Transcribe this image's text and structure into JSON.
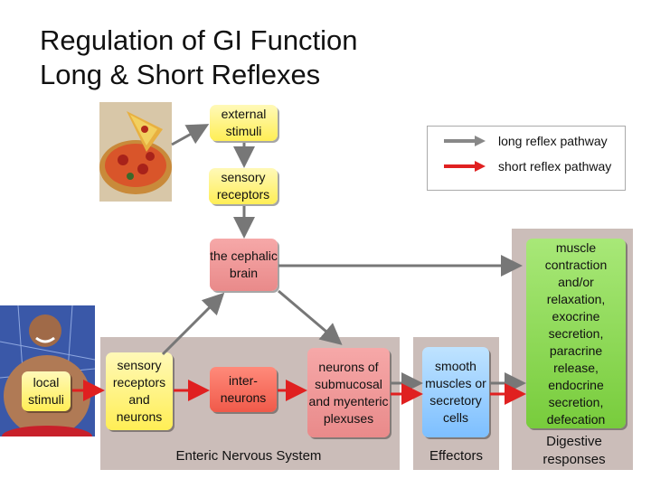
{
  "title_line1": "Regulation of GI Function",
  "title_line2": "Long & Short Reflexes",
  "legend": {
    "long": "long reflex pathway",
    "short": "short reflex pathway",
    "long_color": "#888888",
    "short_color": "#e02020"
  },
  "boxes": {
    "external_stimuli": "external stimuli",
    "sensory_receptors_top": "sensory receptors",
    "cephalic_brain": "the cephalic brain",
    "local_stimuli": "local stimuli",
    "sensory_receptors_neurons": "sensory receptors and neurons",
    "interneurons": "inter-neurons",
    "plexuses": "neurons of submucosal and myenteric plexuses",
    "effectors_cells": "smooth muscles or secretory cells",
    "responses": "muscle contraction and/or relaxation, exocrine secretion, paracrine release, endocrine secretion, defecation"
  },
  "labels": {
    "enteric": "Enteric Nervous System",
    "effectors": "Effectors",
    "digestive": "Digestive responses"
  },
  "images": {
    "pizza": "pizza photo",
    "man": "man with large belly photo"
  }
}
